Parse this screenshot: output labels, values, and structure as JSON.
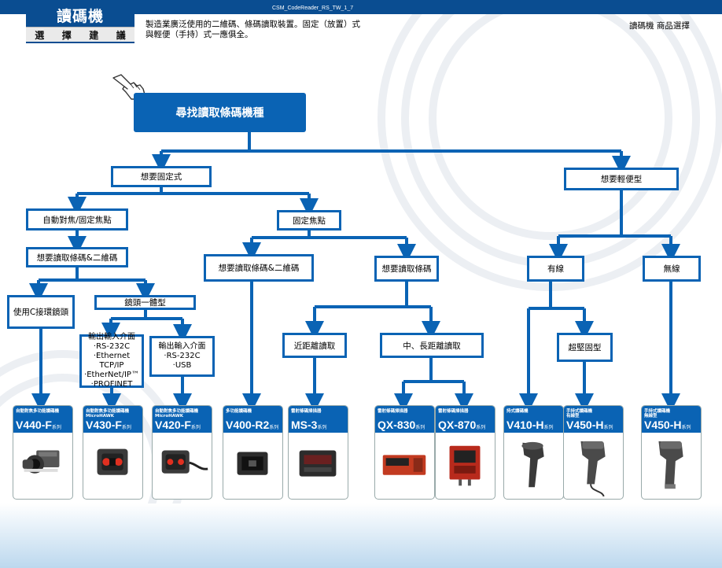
{
  "header": {
    "doc_code": "CSM_CodeReader_RS_TW_1_7",
    "tab_title": "讀碼機",
    "tab_subtitle_chars": [
      "選",
      "擇",
      "建",
      "議"
    ],
    "description_line1": "製造業廣泛使用的二維碼、條碼讀取裝置。固定（放置）式",
    "description_line2": "與輕便（手持）式一應俱全。",
    "right_title": "讀碼機 商品選擇"
  },
  "icons": {
    "pointer": "pointing-hand-icon"
  },
  "colors": {
    "brand": "#0a4d91",
    "box_border": "#0a63b4",
    "line": "#0a63b4"
  },
  "flow": {
    "main": "尋找讀取條碼機種",
    "fixed": "想要固定式",
    "portable": "想要輕便型",
    "auto_focus": "自動對焦/固定焦點",
    "fixed_focus": "固定焦點",
    "want_both_left": "想要讀取條碼&二維碼",
    "c_mount": "使用C接環鏡頭",
    "integrated_lens": "鏡頭一體型",
    "io1_title": "輸出輸入介面",
    "io1_items": [
      "·RS-232C",
      "·Ethernet TCP/IP",
      "·EtherNet/IP™",
      "·PROFINET"
    ],
    "io2_title": "輸出輸入介面",
    "io2_items": [
      "·RS-232C",
      "·USB"
    ],
    "want_both_mid": "想要讀取條碼&二維碼",
    "want_barcode": "想要讀取條碼",
    "short_range": "近距離讀取",
    "mid_long_range": "中、長距離讀取",
    "wired": "有線",
    "wireless": "無線",
    "rugged": "超堅固型"
  },
  "products": [
    {
      "category": "自動對焦多功能讀碼機",
      "model": "V440-F",
      "suffix": "系列"
    },
    {
      "category": "自動對焦多功能讀碼機\nMicroHAWK",
      "model": "V430-F",
      "suffix": "系列"
    },
    {
      "category": "自動對焦多功能讀碼機\nMicroHAWK",
      "model": "V420-F",
      "suffix": "系列"
    },
    {
      "category": "多功能讀碼機",
      "model": "V400-R2",
      "suffix": "系列"
    },
    {
      "category": "雷射條碼掃描器",
      "model": "MS-3",
      "suffix": "系列"
    },
    {
      "category": "雷射條碼掃描器",
      "model": "QX-830",
      "suffix": "系列"
    },
    {
      "category": "雷射條碼掃描器",
      "model": "QX-870",
      "suffix": "系列"
    },
    {
      "category": "持式讀碼機",
      "model": "V410-H",
      "suffix": "系列"
    },
    {
      "category": "手持式讀碼機\n有線型",
      "model": "V450-H",
      "suffix": "系列"
    },
    {
      "category": "手持式讀碼機\n無線型",
      "model": "V450-H",
      "suffix": "系列"
    }
  ]
}
